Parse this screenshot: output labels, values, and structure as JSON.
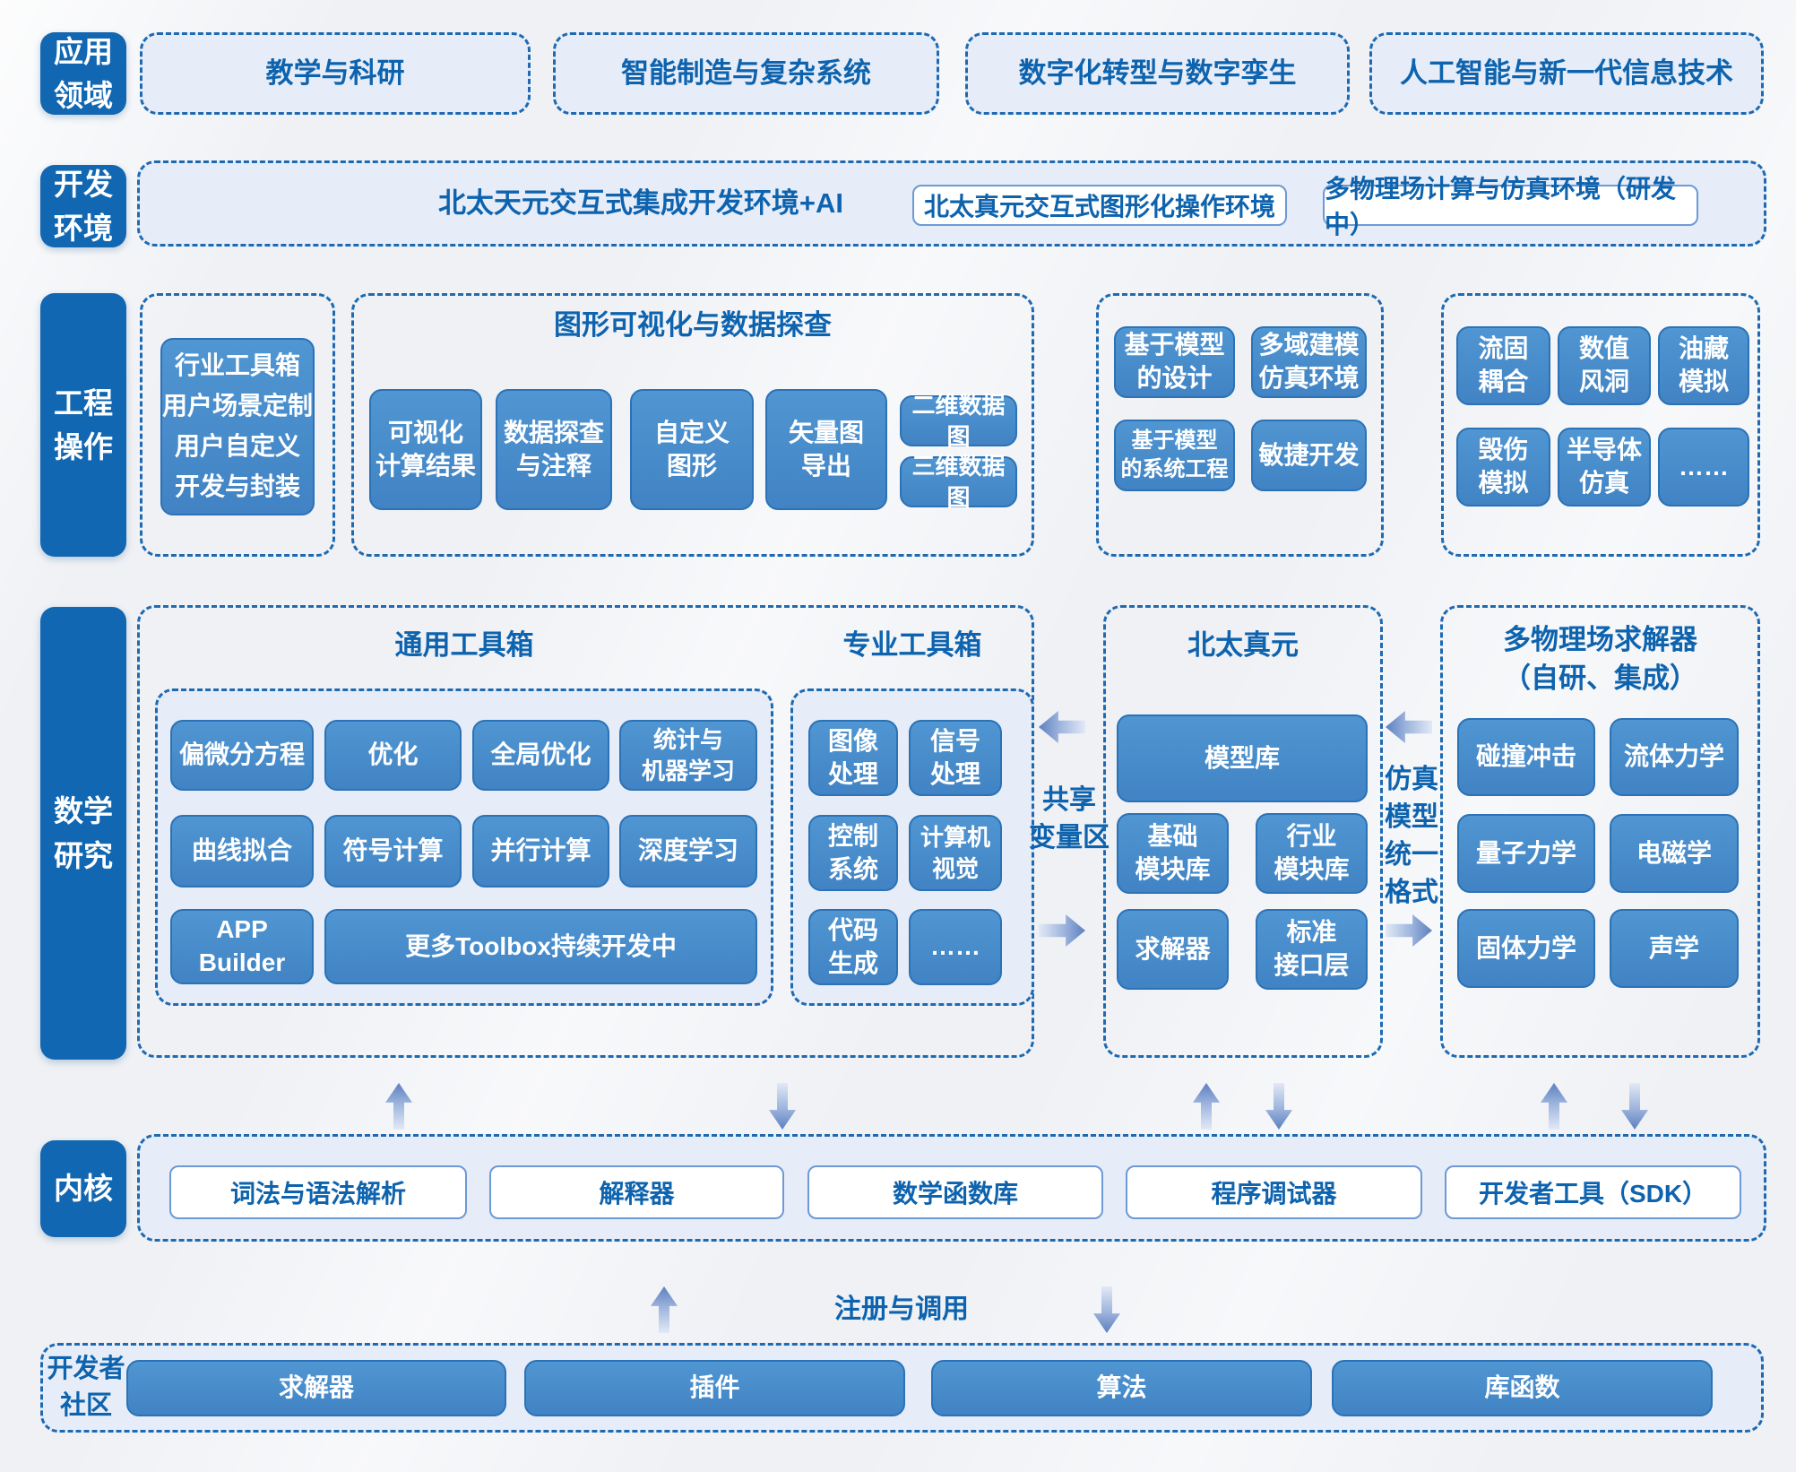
{
  "colors": {
    "accent_dark_blue": "#1267b2",
    "item_blue": "#4a8ecb",
    "item_border": "#2b72b6",
    "text_blue": "#0e63ae",
    "light_fill": "#e7edf8",
    "dash_border": "#1e6ab2",
    "background": "#eff1f5"
  },
  "application": {
    "label": "应用\n领域",
    "items": [
      "教学与科研",
      "智能制造与复杂系统",
      "数字化转型与数字孪生",
      "人工智能与新一代信息技术"
    ]
  },
  "dev_env": {
    "label": "开发\n环境",
    "ide": "北太天元交互式集成开发环境+AI",
    "boxes": [
      "北太真元交互式图形化操作环境",
      "多物理场计算与仿真环境（研发中）"
    ]
  },
  "engineering": {
    "label": "工程\n操作",
    "industry_box": "行业工具箱\n用户场景定制\n用户自定义\n开发与封装",
    "viz": {
      "title": "图形可视化与数据探查",
      "items": [
        "可视化\n计算结果",
        "数据探查\n与注释",
        "自定义\n图形",
        "矢量图\n导出",
        "二维数据图",
        "三维数据图"
      ]
    },
    "mbd": {
      "items": [
        "基于模型\n的设计",
        "多域建模\n仿真环境",
        "基于模型\n的系统工程",
        "敏捷开发"
      ]
    },
    "sim": {
      "items": [
        "流固\n耦合",
        "数值\n风洞",
        "油藏\n模拟",
        "毁伤\n模拟",
        "半导体\n仿真",
        "……"
      ]
    }
  },
  "math": {
    "label": "数学\n研究",
    "general": {
      "title": "通用工具箱",
      "items": [
        "偏微分方程",
        "优化",
        "全局优化",
        "统计与\n机器学习",
        "曲线拟合",
        "符号计算",
        "并行计算",
        "深度学习",
        "APP Builder",
        "更多Toolbox持续开发中"
      ]
    },
    "professional": {
      "title": "专业工具箱",
      "items": [
        "图像\n处理",
        "信号\n处理",
        "控制\n系统",
        "计算机\n视觉",
        "代码\n生成",
        "……"
      ]
    },
    "baltamatica": {
      "title": "北太真元",
      "items": [
        "模型库",
        "基础\n模块库",
        "行业\n模块库",
        "求解器",
        "标准\n接口层"
      ]
    },
    "multiphysics": {
      "title": "多物理场求解器\n（自研、集成）",
      "items": [
        "碰撞冲击",
        "流体力学",
        "量子力学",
        "电磁学",
        "固体力学",
        "声学"
      ]
    },
    "shared_var_label": "共享\n变量区",
    "sim_format_label": "仿真\n模型\n统一\n格式"
  },
  "kernel": {
    "label": "内核",
    "items": [
      "词法与语法解析",
      "解释器",
      "数学函数库",
      "程序调试器",
      "开发者工具（SDK）"
    ]
  },
  "register": {
    "label": "注册与调用"
  },
  "community": {
    "label": "开发者\n社区",
    "items": [
      "求解器",
      "插件",
      "算法",
      "库函数"
    ]
  }
}
